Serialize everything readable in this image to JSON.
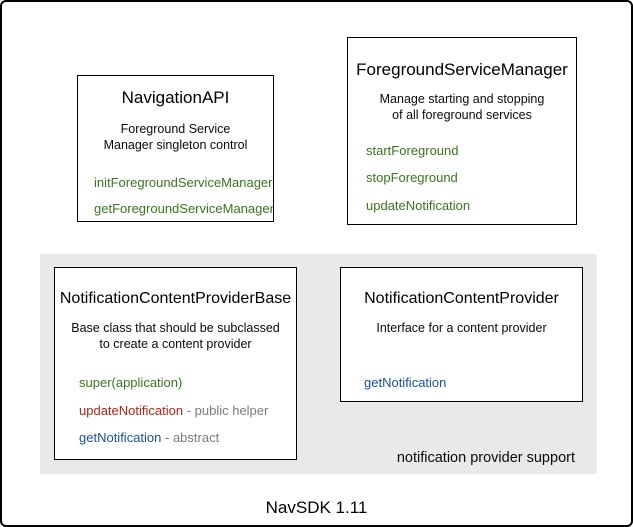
{
  "colors": {
    "green": "#38761d",
    "red": "#b02418",
    "blue": "#1a4f9c",
    "gray_text": "#7a7a7a",
    "panel_bg": "#e9e9e9",
    "border": "#000000"
  },
  "boxes": {
    "navigation_api": {
      "title": "NavigationAPI",
      "description_lines": [
        "Foreground Service",
        "Manager singleton control"
      ],
      "methods": [
        {
          "name": "initForegroundServiceManager",
          "color": "green",
          "note": ""
        },
        {
          "name": "getForegroundServiceManager",
          "color": "green",
          "note": ""
        }
      ]
    },
    "foreground_service_manager": {
      "title": "ForegroundServiceManager",
      "description_lines": [
        "Manage starting and stopping",
        "of all foreground services"
      ],
      "methods": [
        {
          "name": "startForeground",
          "color": "green",
          "note": ""
        },
        {
          "name": "stopForeground",
          "color": "green",
          "note": ""
        },
        {
          "name": "updateNotification",
          "color": "green",
          "note": ""
        }
      ]
    },
    "notification_content_provider_base": {
      "title": "NotificationContentProviderBase",
      "description_lines": [
        "Base class that should be subclassed",
        "to create a content provider"
      ],
      "methods": [
        {
          "name": "super(application)",
          "color": "green",
          "note": ""
        },
        {
          "name": "updateNotification",
          "color": "red",
          "note": " - public helper"
        },
        {
          "name": "getNotification",
          "color": "blue",
          "note": " - abstract"
        }
      ]
    },
    "notification_content_provider": {
      "title": "NotificationContentProvider",
      "description_lines": [
        "Interface for a content provider"
      ],
      "methods": [
        {
          "name": "getNotification",
          "color": "blue",
          "note": ""
        }
      ]
    }
  },
  "panel_label": "notification provider support",
  "footer": "NavSDK 1.11"
}
